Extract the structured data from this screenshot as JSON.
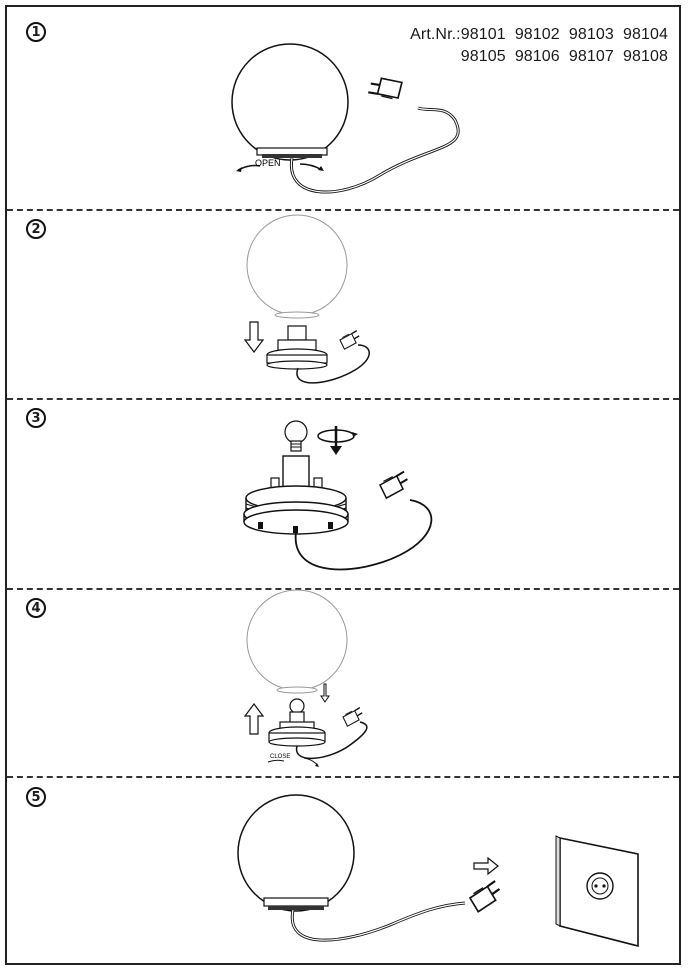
{
  "steps": [
    {
      "number": "1"
    },
    {
      "number": "2"
    },
    {
      "number": "3"
    },
    {
      "number": "4"
    },
    {
      "number": "5"
    }
  ],
  "article": {
    "prefix": "Art.Nr.:",
    "row1": [
      "98101",
      "98102",
      "98103",
      "98104"
    ],
    "row2": [
      "98105",
      "98106",
      "98107",
      "98108"
    ]
  },
  "labels": {
    "open": "OPEN",
    "close": "CLOSE"
  },
  "icons": [
    "globe-lamp-icon",
    "plug-icon",
    "cable-icon",
    "arrow-down-icon",
    "arrow-up-icon",
    "bulb-icon",
    "rotate-arrow-icon",
    "arrow-right-icon",
    "wall-socket-icon"
  ]
}
